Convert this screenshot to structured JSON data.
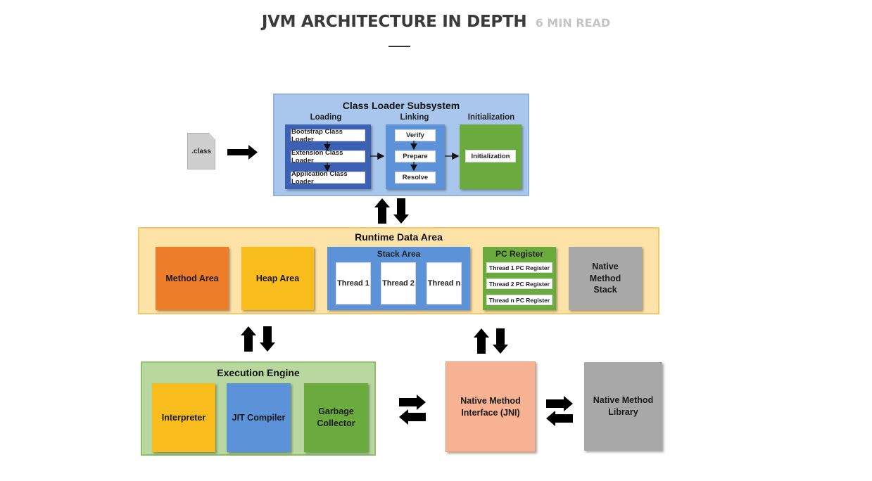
{
  "header": {
    "title": "JVM ARCHITECTURE IN DEPTH",
    "read_time": "6 MIN READ"
  },
  "diagram": {
    "class_file": ".class",
    "class_loader": {
      "title": "Class Loader Subsystem",
      "loading": {
        "label": "Loading",
        "items": [
          "Bootstrap Class Loader",
          "Extension Class Loader",
          "Application Class Loader"
        ]
      },
      "linking": {
        "label": "Linking",
        "items": [
          "Verify",
          "Prepare",
          "Resolve"
        ]
      },
      "initialization": {
        "label": "Initialization",
        "item": "Initialization"
      }
    },
    "runtime_data_area": {
      "title": "Runtime Data Area",
      "method_area": "Method Area",
      "heap_area": "Heap Area",
      "stack_area": {
        "label": "Stack Area",
        "threads": [
          "Thread 1",
          "Thread 2",
          "Thread n"
        ]
      },
      "pc_register": {
        "label": "PC Register",
        "items": [
          "Thread 1 PC Register",
          "Thread 2 PC Register",
          "Thread n PC Register"
        ]
      },
      "native_method_stack": "Native Method Stack"
    },
    "execution_engine": {
      "title": "Execution Engine",
      "interpreter": "Interpreter",
      "jit_compiler": "JIT Compiler",
      "garbage_collector": "Garbage Collector"
    },
    "jni": "Native Method Interface (JNI)",
    "native_library": "Native Method Library"
  },
  "colors": {
    "class_loader_bg": "#a9c7ec",
    "loading_blue": "#3c61b4",
    "linking_blue": "#5b92d8",
    "init_green": "#6bab3e",
    "runtime_bg": "#fde3a8",
    "method_orange": "#ee7d2a",
    "heap_yellow": "#f8bd1c",
    "stack_blue": "#5b92d8",
    "pc_green": "#6bab3e",
    "native_stack_gray": "#a8a8a8",
    "exec_bg": "#b8d8a0",
    "jni_salmon": "#f6b293",
    "native_lib_gray": "#a8a8a8"
  }
}
